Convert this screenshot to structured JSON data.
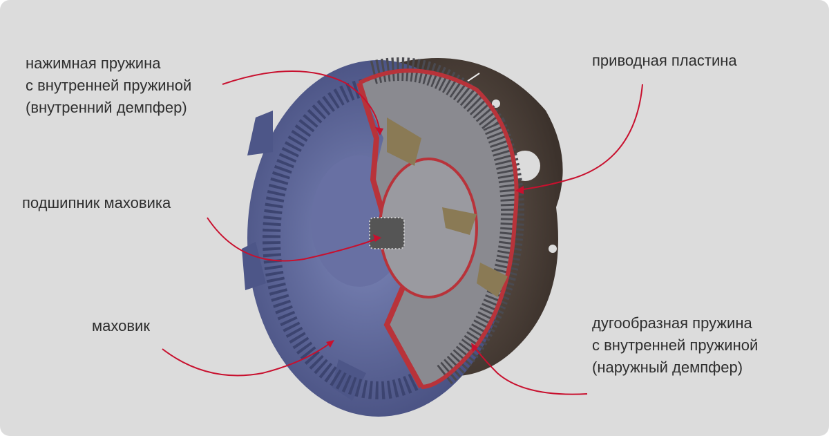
{
  "labels": {
    "pressure_spring": [
      "нажимная пружина",
      "с внутренней пружиной",
      "(внутренний демпфер)"
    ],
    "bearing": [
      "подшипник маховика"
    ],
    "flywheel": [
      "маховик"
    ],
    "drive_plate": [
      "приводная пластина"
    ],
    "arc_spring": [
      "дугообразная пружина",
      "с внутренней пружиной",
      "(наружный демпфер)"
    ]
  },
  "colors": {
    "background": "#dcdcdc",
    "arrow": "#c8102e",
    "flywheel": "#5a6497",
    "drive_plate": "#4a3f38",
    "cutaway": "#b8333a"
  }
}
